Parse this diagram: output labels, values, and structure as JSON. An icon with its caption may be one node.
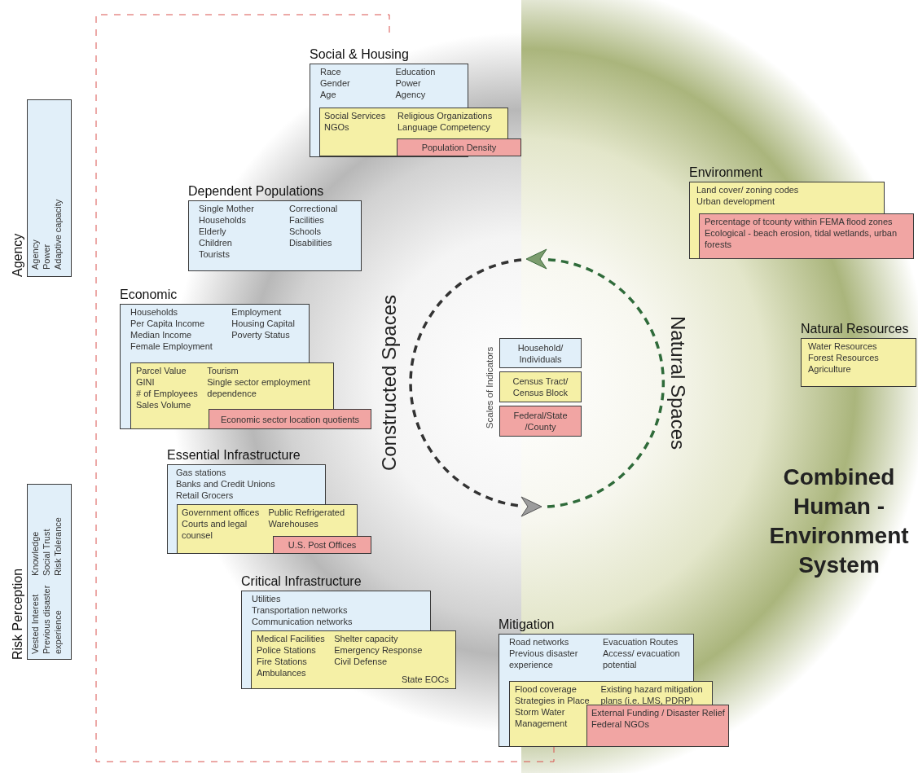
{
  "diagram": {
    "nodes": [
      {
        "text": [
          "Social & Housing",
          "Race",
          "Gender",
          "Age",
          "Education",
          "Power",
          "Agency"
        ]
      },
      {
        "text": [
          "Social Services",
          "NGOs",
          "Religious Organizations",
          "Language Competency"
        ]
      },
      {
        "text": [
          "Population Density"
        ]
      },
      {
        "text": [
          "Environment",
          "Land cover/ zoning codes",
          "Urban development"
        ]
      },
      {
        "text": [
          "Percentage of tcounty within FEMA flood zones",
          "Ecological - beach erosion, tidal wetlands, urban forests"
        ]
      },
      {
        "text": [
          "Dependent Populations",
          "Single Mother Households",
          "Elderly",
          "Children",
          "Tourists",
          "Correctional Facilities",
          "Schools",
          "Disabilities"
        ]
      },
      {
        "text": [
          "Agency",
          "Agency",
          "Power",
          "Adaptive capacity"
        ]
      },
      {
        "text": [
          "Economic",
          "Households",
          "Per Capita Income",
          "Median Income",
          "Female Employment",
          "Employment",
          "Housing Capital",
          "Poverty Status"
        ]
      },
      {
        "text": [
          "Parcel Value",
          "GINI",
          "# of Employees",
          "Sales Volume",
          "Tourism",
          "Single sector employment dependence"
        ]
      },
      {
        "text": [
          "Economic sector location quotients"
        ]
      },
      {
        "text": [
          "Natural Resources",
          "Water Resources",
          "Forest Resources",
          "Agriculture"
        ]
      },
      {
        "text": [
          "Household/ Individuals"
        ]
      },
      {
        "text": [
          "Census Tract/ Census Block"
        ]
      },
      {
        "text": [
          "Federal/State /County"
        ]
      },
      {
        "text": [
          "Essential Infrastructure",
          "Gas stations",
          "Banks and Credit Unions",
          "Retail Grocers"
        ]
      },
      {
        "text": [
          "Government offices",
          "Courts and legal counsel",
          "Public Refrigerated Warehouses"
        ]
      },
      {
        "text": [
          "U.S. Post Offices"
        ]
      },
      {
        "text": [
          "Risk Perception",
          "Vested Interest",
          "Previous disaster experience",
          "Knowledge",
          "Social Trust",
          "Risk Tolerance"
        ]
      },
      {
        "text": [
          "Critical Infrastructure",
          "Utilities",
          "Transportation networks",
          "Communication networks"
        ]
      },
      {
        "text": [
          "Medical Facilities",
          "Police Stations",
          "Fire Stations",
          "Ambulances",
          "Shelter capacity",
          "Emergency Response",
          "Civil Defense",
          "State EOCs"
        ]
      },
      {
        "text": [
          "Mitigation",
          "Road networks",
          "Previous disaster experience",
          "Evacuation Routes",
          "Access/ evacuation potential"
        ]
      },
      {
        "text": [
          "Flood coverage",
          "Strategies in Place",
          "Storm Water Management",
          "Existing hazard mitigation plans (i.e. LMS, PDRP)"
        ]
      },
      {
        "text": [
          "External Funding / Disaster Relief",
          "Federal NGOs"
        ]
      }
    ],
    "labels": [
      "Constructed Spaces",
      "Natural Spaces",
      "Scales of Indicators",
      "Combined Human - Environment System"
    ]
  }
}
